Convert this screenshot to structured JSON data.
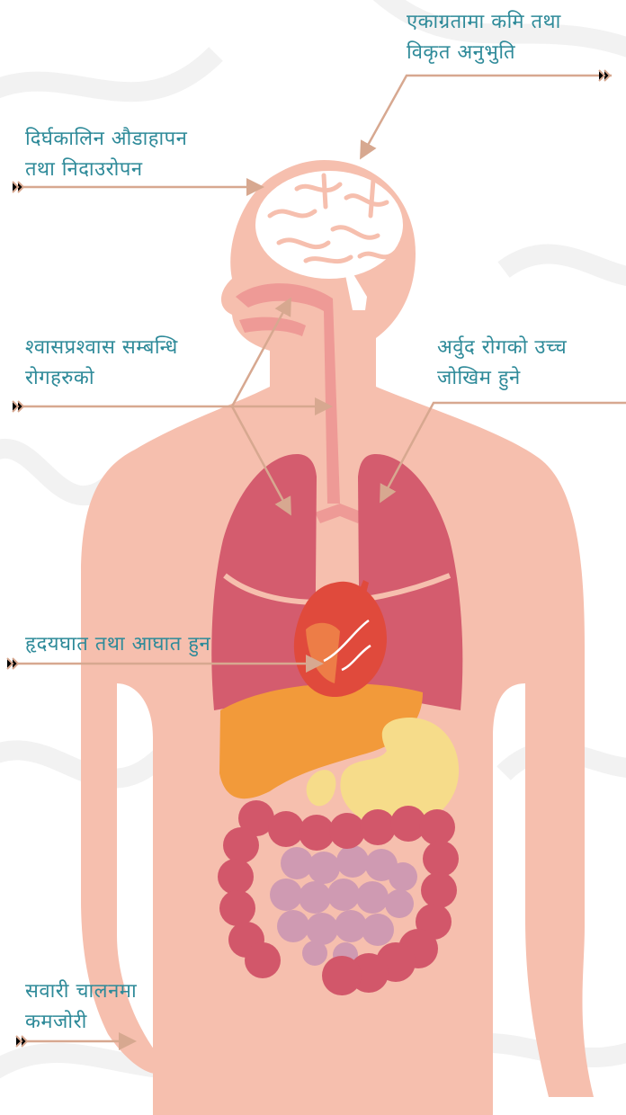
{
  "labels": {
    "concentration": [
      "एकाग्रतामा कमि तथा",
      "विकृत अनुभुति"
    ],
    "sleep": [
      "दिर्घकालिन औडाहापन",
      "तथा निदाउरोपन"
    ],
    "respiratory": [
      "श्वासप्रश्वास सम्बन्धि",
      "रोगहरुको"
    ],
    "cancer": [
      "अर्वुद रोगको उच्च",
      "जोखिम हुने"
    ],
    "heart": [
      "हृदयघात तथा आघात हुन"
    ],
    "driving": [
      "सवारी चालनमा",
      "कमजोरी"
    ]
  },
  "colors": {
    "text": "#2e8a99",
    "body": "#f6bfae",
    "lungs": "#d45c6e",
    "heart": "#e04a3c",
    "liver": "#f29a3a",
    "stomach": "#f6dc8a",
    "colon": "#d2576a",
    "small_intestine": "#cf9ab2",
    "arrow": "#d7a890"
  }
}
